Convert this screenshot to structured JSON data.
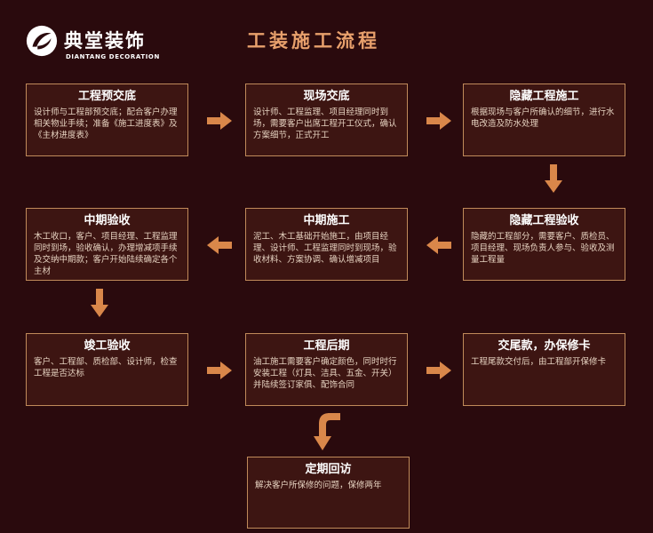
{
  "header": {
    "logo_cn": "典堂装饰",
    "logo_en": "DIANTANG   DECORATION",
    "title": "工装施工流程"
  },
  "steps": [
    {
      "title": "工程预交底",
      "text": "设计师与工程部预交底；配合客户办理相关物业手续；准备《施工进度表》及《主材进度表》"
    },
    {
      "title": "现场交底",
      "text": "设计师、工程监理、项目经理同时到场，需要客户出席工程开工仪式，确认方案细节，正式开工"
    },
    {
      "title": "隐藏工程施工",
      "text": "根据现场与客户所确认的细节，进行水电改造及防水处理"
    },
    {
      "title": "隐藏工程验收",
      "text": "隐藏的工程部分，需要客户、质检员、项目经理、现场负责人参与、验收及测量工程量"
    },
    {
      "title": "中期施工",
      "text": "泥工、木工基础开始施工，由项目经理、设计师、工程监理同时到现场，验收材料、方案协调、确认增减项目"
    },
    {
      "title": "中期验收",
      "text": "木工收口，客户、项目经理、工程监理同时到场，验收确认，办理增减项手续及交纳中期款；客户开始陆续确定各个主材"
    },
    {
      "title": "竣工验收",
      "text": "客户、工程部、质检部、设计师，检查工程是否达标"
    },
    {
      "title": "工程后期",
      "text": "油工施工需要客户确定颜色，同时时行安装工程（灯具、洁具、五金、开关）并陆续签订家俱、配饰合同"
    },
    {
      "title": "交尾款，办保修卡",
      "text": "工程尾款交付后，由工程部开保修卡"
    },
    {
      "title": "定期回访",
      "text": "解决客户所保修的问题，保修两年"
    }
  ],
  "colors": {
    "background": "#2a0a0d",
    "box_fill": "#3d1512",
    "box_border": "#c08a5a",
    "arrow": "#d9874a",
    "title": "#e8a06c"
  }
}
